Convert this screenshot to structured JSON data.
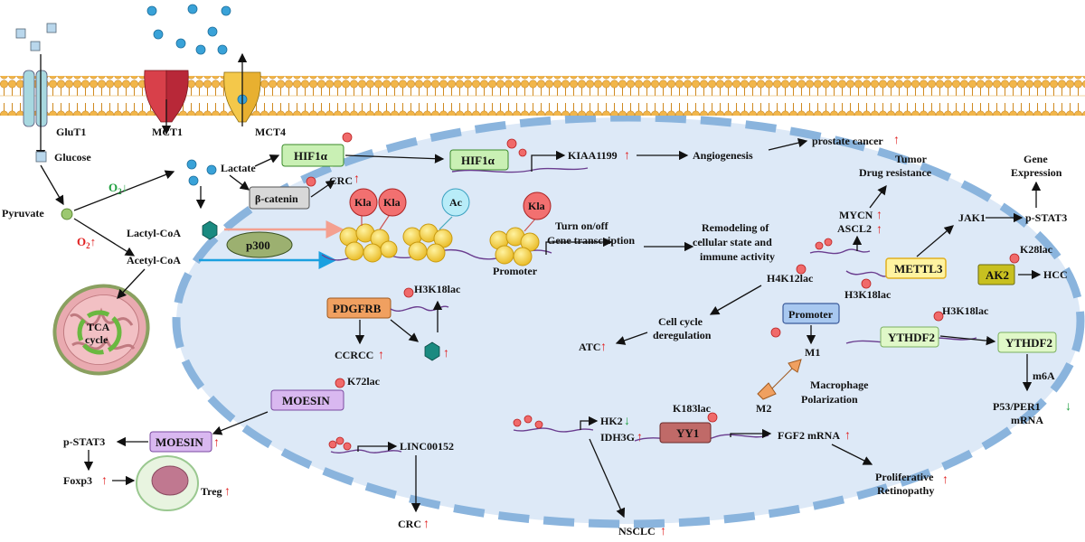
{
  "membrane": {
    "glut1": "GluT1",
    "mct1": "MCT1",
    "mct4": "MCT4"
  },
  "metabolism": {
    "glucose": "Glucose",
    "pyruvate": "Pyruvate",
    "o2_down": "O",
    "o2_up": "O",
    "o2_sub": "2",
    "lactate": "Lactate",
    "lactyl_coa": "Lactyl-CoA",
    "acetyl_coa": "Acetyl-CoA",
    "tca_line1": "TCA",
    "tca_line2": "cycle",
    "p300": "p300"
  },
  "arrows": {
    "up": "↑",
    "down": "↓"
  },
  "top_pathways": {
    "hif1a_outer": "HIF1α",
    "beta_catenin": "β-catenin",
    "crc": "CRC",
    "hif1a_inner": "HIF1α",
    "kiaa1199": "KIAA1199",
    "angiogenesis": "Angiogenesis",
    "prostate_cancer": "prostate cancer",
    "tumor_drug_line1": "Tumor",
    "tumor_drug_line2": "Drug resistance",
    "gene_expr_line1": "Gene",
    "gene_expr_line2": "Expression"
  },
  "chromatin": {
    "kla1": "Kla",
    "kla2": "Kla",
    "ac": "Ac",
    "kla3": "Kla",
    "promoter": "Promoter",
    "turn_on_line1": "Turn on/off",
    "turn_on_line2": "Gene transcription",
    "remodel_line1": "Remodeling of",
    "remodel_line2": "cellular state and",
    "remodel_line3": "immune activity"
  },
  "right_pathways": {
    "mycn": "MYCN",
    "ascl2": "ASCL2",
    "jak1": "JAK1",
    "pstat3": "p-STAT3",
    "h4k12lac": "H4K12lac",
    "h3k18lac_a": "H3K18lac",
    "mettl3": "METTL3",
    "ak2": "AK2",
    "k28lac": "K28lac",
    "hcc": "HCC",
    "cell_cycle_line1": "Cell cycle",
    "cell_cycle_line2": "deregulation",
    "atc": "ATC",
    "promoter_box": "Promoter",
    "m1": "M1",
    "m2": "M2",
    "macro_line1": "Macrophage",
    "macro_line2": "Polarization",
    "h3k18lac_b": "H3K18lac",
    "ythdf2_a": "YTHDF2",
    "ythdf2_b": "YTHDF2",
    "m6a": "m6A",
    "p53_line1": "P53/PER1",
    "p53_line2": "mRNA"
  },
  "bottom_pathways": {
    "pdgfrb": "PDGFRB",
    "h3k18lac_c": "H3K18lac",
    "ccrcc": "CCRCC",
    "moesin_a": "MOESIN",
    "k72lac": "K72lac",
    "moesin_b": "MOESIN",
    "pstat3_b": "p-STAT3",
    "foxp3": "Foxp3",
    "treg": "Treg",
    "linc00152": "LINC00152",
    "crc_b": "CRC",
    "hk2": "HK2",
    "idh3g": "IDH3G",
    "nsclc": "NSCLC",
    "k183lac": "K183lac",
    "yy1": "YY1",
    "fgf2": "FGF2 mRNA",
    "prolif_line1": "Proliferative",
    "prolif_line2": "Retinopathy"
  },
  "colors": {
    "membrane_head": "#f2b64a",
    "nucleus_fill": "#dde9f7",
    "nucleus_border": "#8ab4dd",
    "green_box": "#c9f0b4",
    "orange_box": "#f0a060",
    "purple_box": "#d9b8f0",
    "yellow_box": "#fff3a0",
    "olive_box": "#c8c020",
    "kla_red": "#f27070",
    "histone_yellow": "#f7d23c"
  }
}
